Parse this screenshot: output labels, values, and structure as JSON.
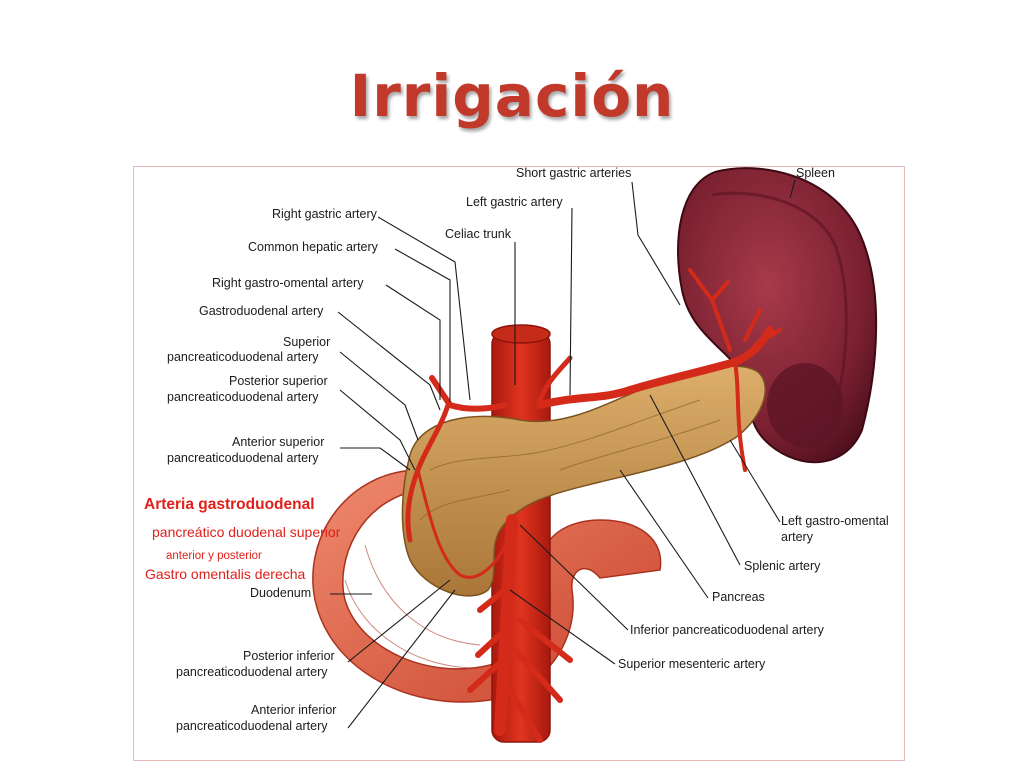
{
  "slide": {
    "title": "Irrigación"
  },
  "labels": {
    "short_gastric": "Short gastric arteries",
    "spleen": "Spleen",
    "left_gastric": "Left gastric artery",
    "right_gastric": "Right gastric artery",
    "celiac": "Celiac trunk",
    "common_hepatic": "Common hepatic artery",
    "right_gastro_omental": "Right gastro-omental artery",
    "gastroduodenal": "Gastroduodenal artery",
    "superior_pd_1": "Superior",
    "superior_pd_2": "pancreaticoduodenal artery",
    "post_sup_pd_1": "Posterior superior",
    "post_sup_pd_2": "pancreaticoduodenal artery",
    "ant_sup_pd_1": "Anterior superior",
    "ant_sup_pd_2": "pancreaticoduodenal artery",
    "duodenum": "Duodenum",
    "post_inf_pd_1": "Posterior inferior",
    "post_inf_pd_2": "pancreaticoduodenal artery",
    "ant_inf_pd_1": "Anterior inferior",
    "ant_inf_pd_2": "pancreaticoduodenal artery",
    "left_gastro_omental_1": "Left gastro-omental",
    "left_gastro_omental_2": "artery",
    "splenic": "Splenic artery",
    "pancreas": "Pancreas",
    "inf_pd": "Inferior pancreaticoduodenal artery",
    "sup_mesenteric": "Superior mesenteric artery"
  },
  "annotations": {
    "line1": "Arteria gastroduodenal",
    "line2": "pancreático duodenal superior",
    "line3": "anterior y posterior",
    "line4": "Gastro omentalis derecha"
  },
  "colors": {
    "artery": "#d42a1a",
    "artery_dark": "#9e1a0e",
    "pancreas": "#c8964f",
    "duodenum": "#e2664a",
    "spleen": "#7a2030",
    "annotation": "#e0201a"
  }
}
